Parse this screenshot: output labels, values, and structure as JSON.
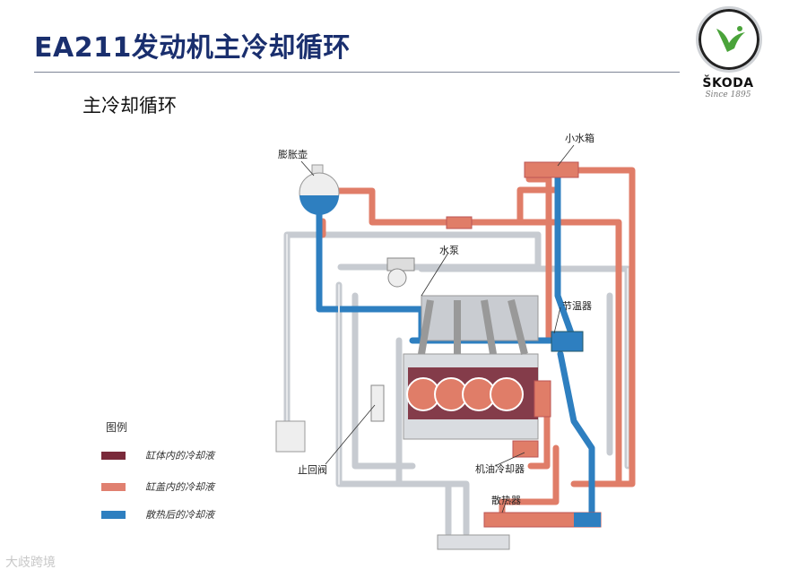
{
  "header": {
    "title": "EA211发动机主冷却循环",
    "subtitle": "主冷却循环"
  },
  "logo": {
    "brand": "ŠKODA",
    "since": "Since 1895"
  },
  "diagram": {
    "labels": {
      "expansion_tank": "膨胀壶",
      "small_radiator": "小水箱",
      "water_pump": "水泵",
      "thermostat": "节温器",
      "check_valve": "止回阀",
      "oil_cooler": "机油冷却器",
      "radiator": "散热器"
    }
  },
  "legend": {
    "title": "图例",
    "items": [
      {
        "label": "缸体内的冷却液",
        "color": "#7a2a3a"
      },
      {
        "label": "缸盖内的冷却液",
        "color": "#e08070"
      },
      {
        "label": "散热后的冷却液",
        "color": "#2e7fc0"
      }
    ]
  },
  "colors": {
    "title": "#1a2f6e",
    "hot_pipe": "#e07d68",
    "cold_pipe": "#2e7fc0",
    "block_coolant": "#7a2a3a",
    "pipe_gray": "#cfd3d8"
  },
  "watermark": "大歧跨境"
}
